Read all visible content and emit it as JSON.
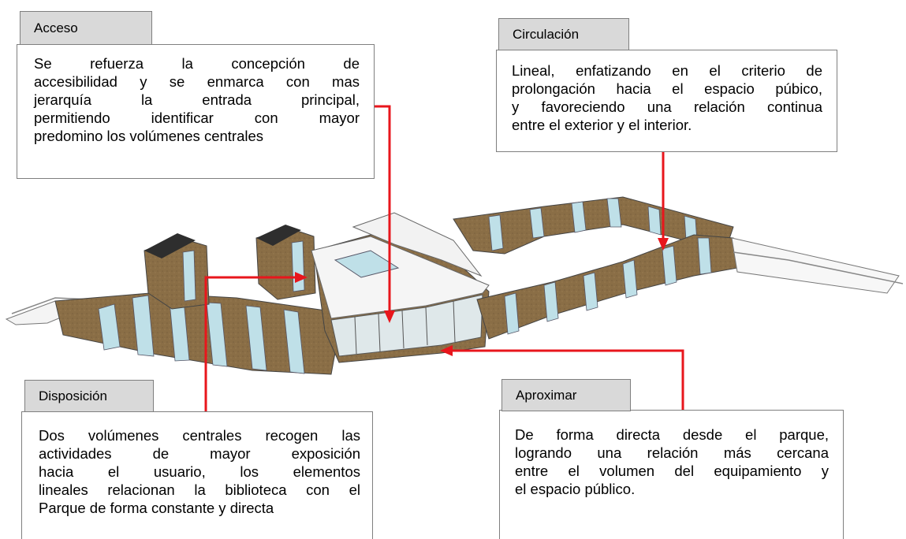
{
  "colors": {
    "arrow": "#e8161c",
    "tab_fill": "#d9d9d9",
    "border": "#7f7f7f",
    "wall_brown": "#8a6e46",
    "glass": "#bfe0e8"
  },
  "callouts": {
    "acceso": {
      "title": "Acceso",
      "lines": [
        "Se refuerza la concepción de",
        "accesibilidad y se enmarca con mas",
        "jerarquía la entrada principal,",
        "permitiendo identificar con mayor",
        "predomino los volúmenes centrales"
      ]
    },
    "circulacion": {
      "title": "Circulación",
      "lines": [
        "Lineal, enfatizando en el criterio de",
        "prolongación hacia el espacio púbico,",
        "y favoreciendo una relación continua",
        "entre el exterior y el interior."
      ]
    },
    "disposicion": {
      "title": "Disposición",
      "lines": [
        "Dos volúmenes centrales recogen las",
        "actividades de mayor exposición",
        "hacia el usuario, los elementos",
        "lineales relacionan la biblioteca con el",
        "Parque de forma constante y directa"
      ]
    },
    "aproximar": {
      "title": "Aproximar",
      "lines": [
        "De forma directa desde el parque,",
        "logrando una relación más cercana",
        "entre el volumen del equipamiento y",
        "el espacio público."
      ]
    }
  }
}
